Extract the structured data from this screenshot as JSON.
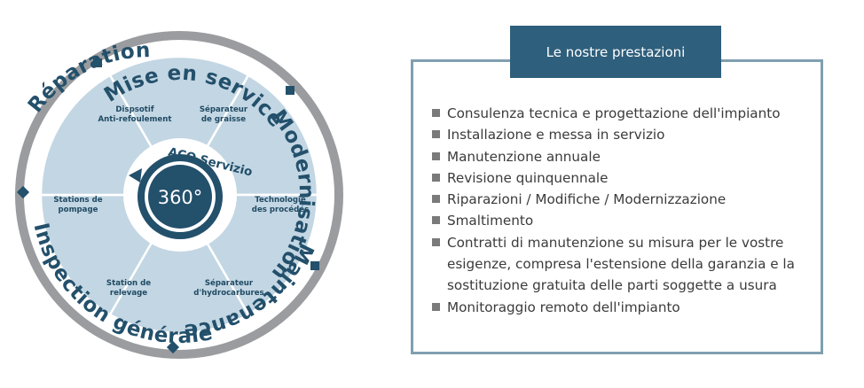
{
  "wheel": {
    "ring_labels": {
      "top": "Mise en service",
      "right": "Modernisation",
      "bottom_right": "Maintenance",
      "bottom": "Inspection générale",
      "left": "Réparation"
    },
    "segments": [
      {
        "line1": "Séparateur",
        "line2": "de graisse"
      },
      {
        "line1": "Technologie",
        "line2": "des procédés"
      },
      {
        "line1": "Séparateur",
        "line2": "d'hydrocarbures"
      },
      {
        "line1": "Station de",
        "line2": "relevage"
      },
      {
        "line1": "Stations de",
        "line2": "pompage"
      },
      {
        "line1": "Dispsotif",
        "line2": "Anti-refoulement"
      }
    ],
    "center": {
      "brand": "ACO Servizio",
      "degrees": "360°"
    },
    "colors": {
      "ring": "#9a9c9f",
      "segment": "#c3d6e3",
      "center": "#23506b",
      "text": "#23506b"
    }
  },
  "panel": {
    "title": "Le nostre prestazioni",
    "items": [
      "Consulenza tecnica e progettazione dell'impianto",
      "Installazione e messa in servizio",
      "Manutenzione annuale",
      "Revisione quinquennale",
      "Riparazioni / Modifiche / Modernizzazione",
      "Smaltimento",
      "Contratti di manutenzione su misura per le vostre esigenze, compresa l'estensione della garanzia e la sostituzione gratuita delle parti soggette a usura",
      "Monitoraggio remoto dell'impianto"
    ],
    "colors": {
      "title_bg": "#2e5f7c",
      "border": "#7f9fb0",
      "text": "#3b3b3b"
    }
  }
}
